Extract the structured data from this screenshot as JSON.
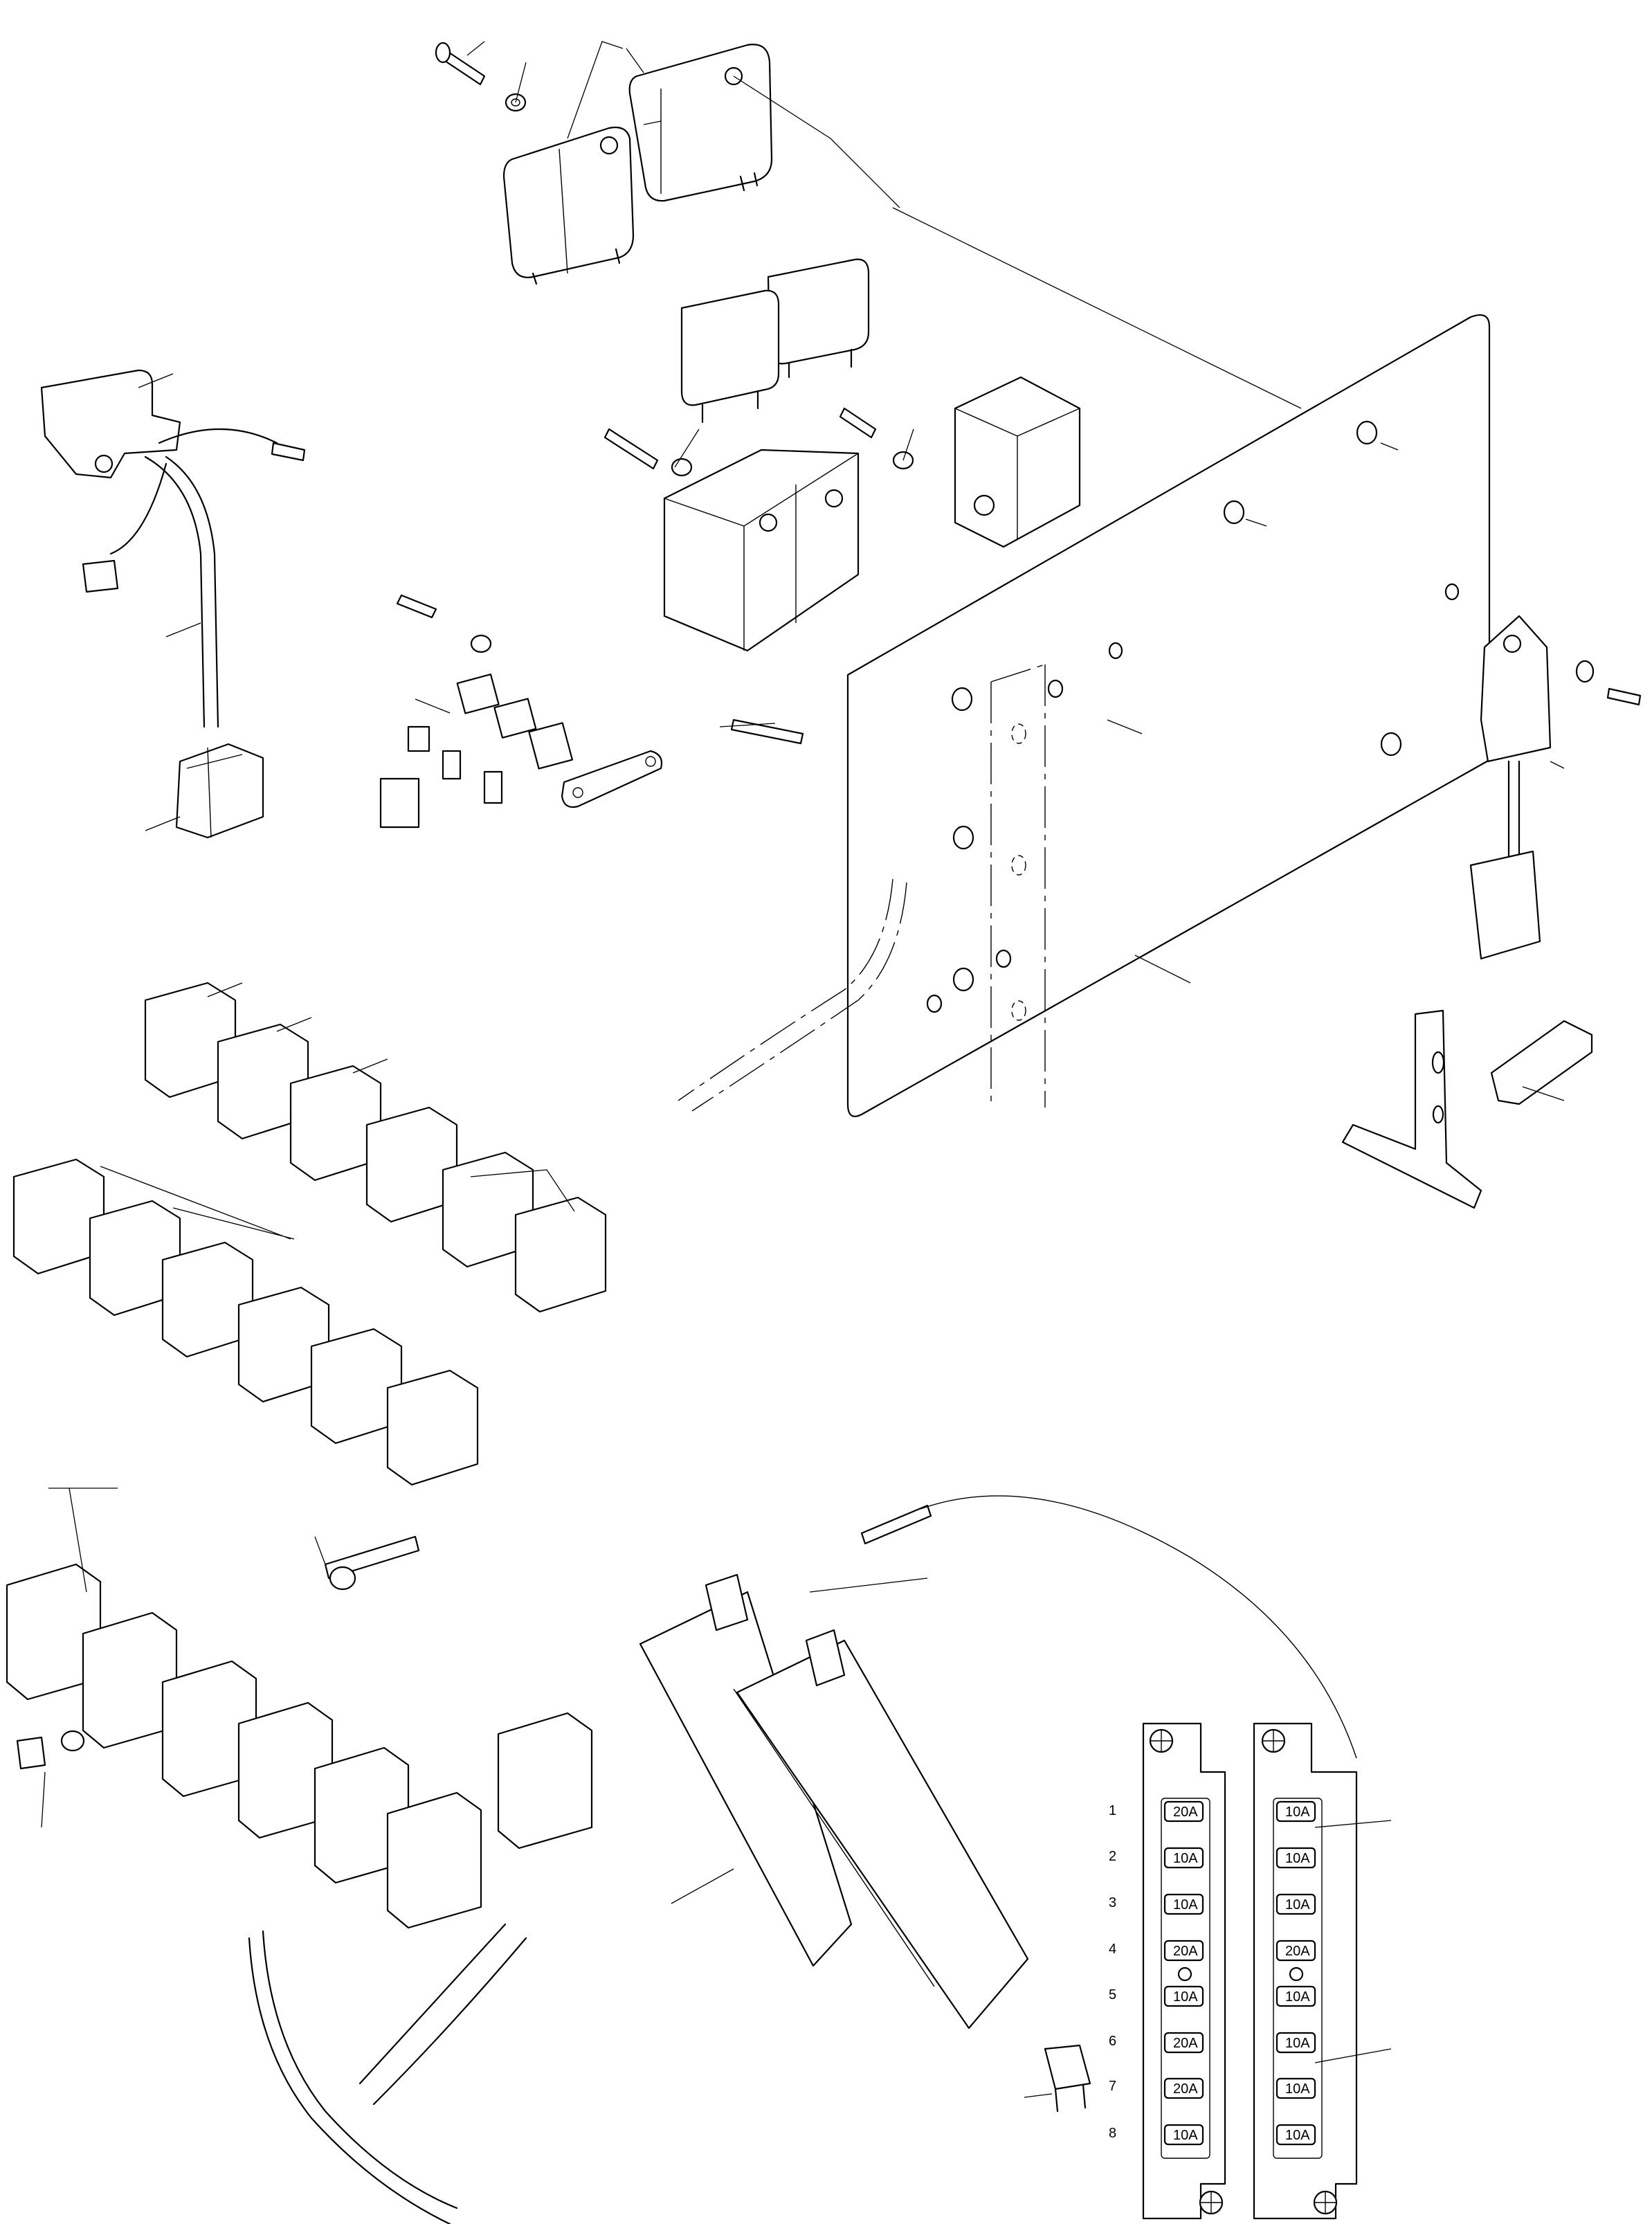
{
  "fuse_block": {
    "row_numbers": [
      "1",
      "2",
      "3",
      "4",
      "5",
      "6",
      "7",
      "8"
    ],
    "left_ratings": [
      "20A",
      "10A",
      "10A",
      "20A",
      "10A",
      "20A",
      "20A",
      "10A"
    ],
    "right_ratings": [
      "10A",
      "10A",
      "10A",
      "20A",
      "10A",
      "10A",
      "10A",
      "10A"
    ]
  },
  "icons": {
    "mounting_screw": "crosshair-circle-icon"
  }
}
